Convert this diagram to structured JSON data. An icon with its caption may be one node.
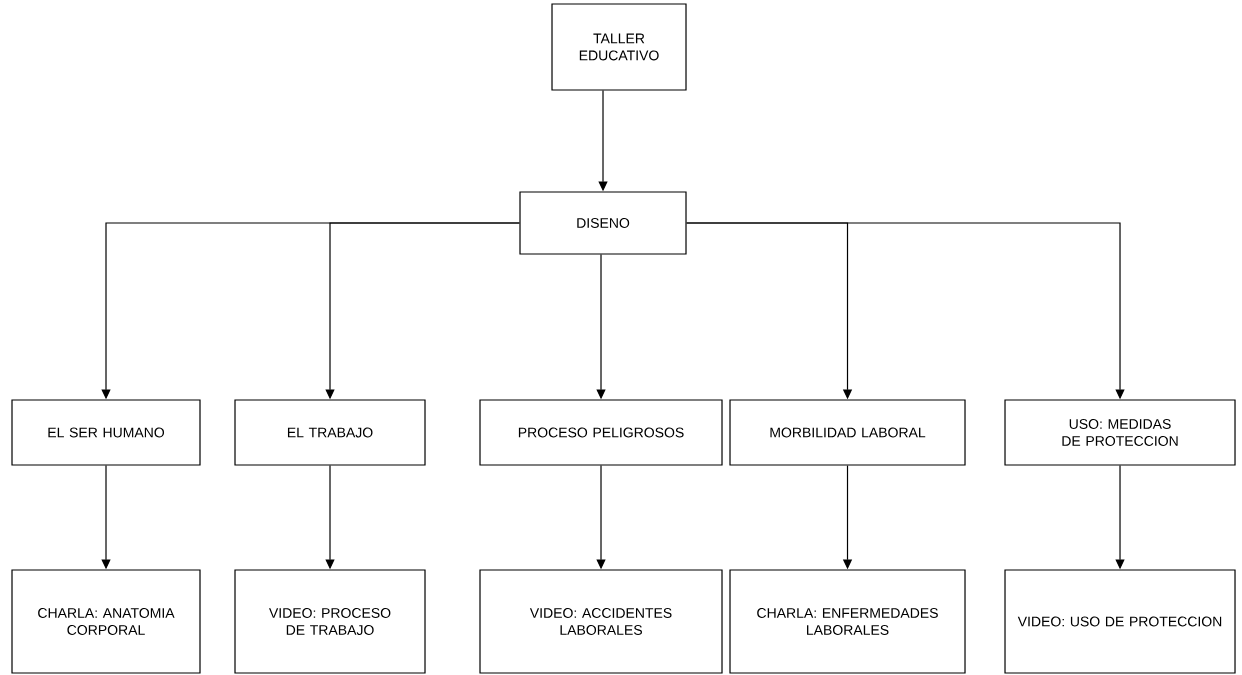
{
  "diagram": {
    "nodes": [
      {
        "text": [
          "TALLER EDUCATIVO"
        ]
      },
      {
        "text": [
          "DISENO"
        ]
      },
      {
        "text": [
          "EL SER HUMANO"
        ]
      },
      {
        "text": [
          "EL TRABAJO"
        ]
      },
      {
        "text": [
          "PROCESO PELIGROSOS"
        ]
      },
      {
        "text": [
          "MORBILIDAD LABORAL"
        ]
      },
      {
        "text": [
          "USO: MEDIDAS DE PROTECCION"
        ]
      },
      {
        "text": [
          "CHARLA: ANATOMIA CORPORAL"
        ]
      },
      {
        "text": [
          "VIDEO: PROCESO DE TRABAJO"
        ]
      },
      {
        "text": [
          "VIDEO: ACCIDENTES LABORALES"
        ]
      },
      {
        "text": [
          "CHARLA: ENFERMEDADES LABORALES"
        ]
      },
      {
        "text": [
          "VIDEO: USO DE PROTECCION"
        ]
      }
    ],
    "edges": [
      {
        "from": 0,
        "to": 1,
        "arrow": "to"
      },
      {
        "from": 1,
        "to": 2,
        "arrow": "to"
      },
      {
        "from": 1,
        "to": 3,
        "arrow": "to"
      },
      {
        "from": 1,
        "to": 4,
        "arrow": "to"
      },
      {
        "from": 1,
        "to": 5,
        "arrow": "to"
      },
      {
        "from": 1,
        "to": 6,
        "arrow": "to"
      },
      {
        "from": 2,
        "to": 7,
        "arrow": "to"
      },
      {
        "from": 3,
        "to": 8,
        "arrow": "to"
      },
      {
        "from": 4,
        "to": 9,
        "arrow": "to"
      },
      {
        "from": 5,
        "to": 10,
        "arrow": "to"
      },
      {
        "from": 6,
        "to": 11,
        "arrow": "to"
      }
    ]
  }
}
